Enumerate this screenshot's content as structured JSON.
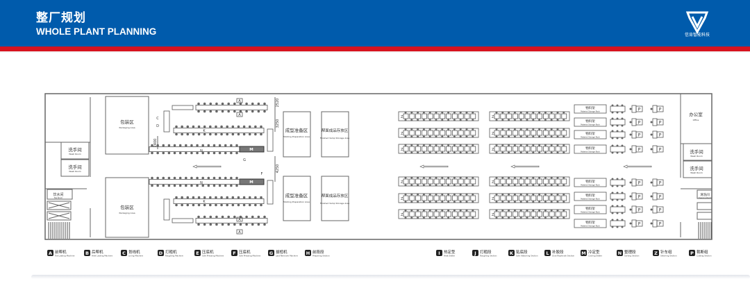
{
  "header": {
    "title_cn": "整厂规划",
    "title_en": "WHOLE PLANT PLANNING",
    "logo_text": "信肯智能科技"
  },
  "colors": {
    "header_blue": "#005bac",
    "accent_red": "#d7131f",
    "line": "#555555"
  },
  "areas": {
    "packaging_top": {
      "cn": "包装区",
      "en": "Packaging Area"
    },
    "packaging_bottom": {
      "cn": "包装区",
      "en": "Packaging Area"
    },
    "molding_top": {
      "cn": "成型准备区",
      "en": "Molding Preparation Area"
    },
    "molding_bottom": {
      "cn": "成型准备区",
      "en": "Molding Preparation Area"
    },
    "vamp_top": {
      "cn": "帮面成品存放区",
      "en": "Finished Vamp Storage Area"
    },
    "vamp_bottom": {
      "cn": "帮面成品存放区",
      "en": "Finished Vamp Storage Area"
    },
    "wash_left_1": {
      "cn": "洗手间",
      "en": "Wash Room"
    },
    "wash_left_2": {
      "cn": "洗手间",
      "en": "Wash Room"
    },
    "tea_room": {
      "cn": "饮水间",
      "en": "Tea Room"
    },
    "office": {
      "cn": "办公室",
      "en": "Office"
    },
    "wash_right_1": {
      "cn": "洗手间",
      "en": "Wash Room"
    },
    "wash_right_2": {
      "cn": "洗手间",
      "en": "Wash Room"
    },
    "cleaning_room": {
      "cn": "清洗间",
      "en": "Cleaning Room"
    }
  },
  "dimensions": [
    "2520",
    "3250",
    "2400",
    "4250"
  ],
  "rack": {
    "cn": "物料架",
    "en": "Material Storage Rack"
  },
  "station_letters": {
    "a": "A",
    "c": "C",
    "d": "D",
    "f": "F",
    "g": "G",
    "k": "K",
    "m": "M",
    "n": "N",
    "p": "P",
    "z": "Z"
  },
  "legend": [
    {
      "key": "A",
      "cn": "前帮机",
      "en": "Toe Lasting Machine"
    },
    {
      "key": "B",
      "cn": "后帮机",
      "en": "Heel Lasting Machine"
    },
    {
      "key": "C",
      "cn": "划线机",
      "en": "Lining Machine"
    },
    {
      "key": "D",
      "cn": "打粗机",
      "en": "Roughing Machine"
    },
    {
      "key": "E",
      "cn": "压底机",
      "en": "Sole Pressing Machine"
    },
    {
      "key": "F",
      "cn": "压底机",
      "en": "Sole Pressing Machine"
    },
    {
      "key": "G",
      "cn": "拔楦机",
      "en": "Last Remover Machine"
    },
    {
      "key": "H",
      "cn": "前段段",
      "en": "Preparing Section"
    },
    {
      "key": "I",
      "cn": "热定型",
      "en": "Heat Setter"
    },
    {
      "key": "J",
      "cn": "打粗段",
      "en": "Roughing Section"
    },
    {
      "key": "K",
      "cn": "贴底段",
      "en": "Sole Attaching Section"
    },
    {
      "key": "L",
      "cn": "补胶段",
      "en": "Glue Replenish Section"
    },
    {
      "key": "M",
      "cn": "冷定型",
      "en": "Cooling Setter"
    },
    {
      "key": "N",
      "cn": "整理段",
      "en": "Sorting Section"
    },
    {
      "key": "Z",
      "cn": "针车组",
      "en": "Stitching Section"
    },
    {
      "key": "P",
      "cn": "裁断组",
      "en": "Cutting Section"
    }
  ]
}
